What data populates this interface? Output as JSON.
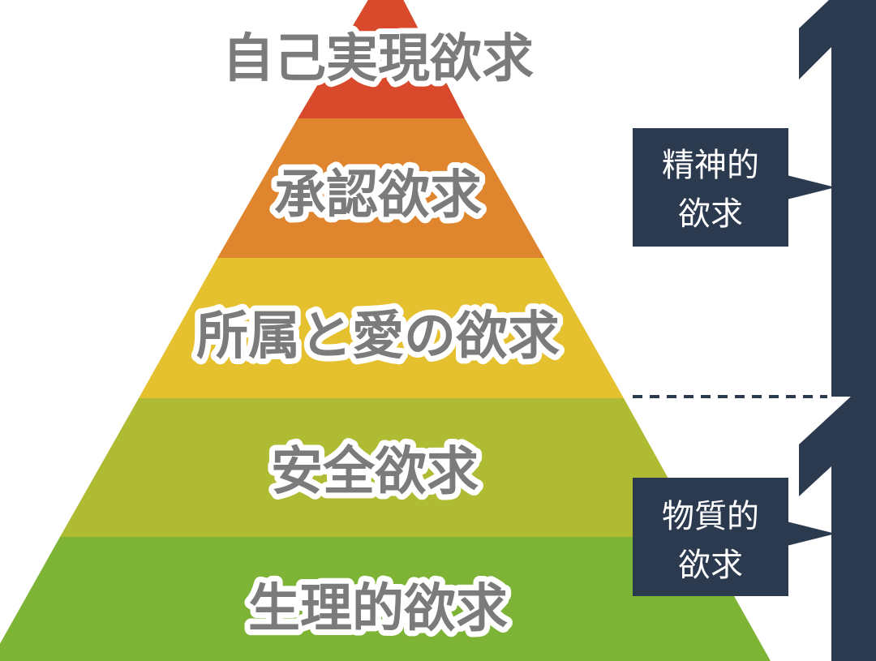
{
  "pyramid": {
    "levels": [
      {
        "label": "自己実現欲求",
        "color": "#d84a2b"
      },
      {
        "label": "承認欲求",
        "color": "#df852e"
      },
      {
        "label": "所属と愛の欲求",
        "color": "#e6c12f"
      },
      {
        "label": "安全欲求",
        "color": "#b0bb34"
      },
      {
        "label": "生理的欲求",
        "color": "#7eb436"
      }
    ]
  },
  "groups": {
    "spiritual": {
      "line1": "精神的",
      "line2": "欲求"
    },
    "material": {
      "line1": "物質的",
      "line2": "欲求"
    }
  },
  "colors": {
    "callout_bg": "#2b3a4f",
    "arrow": "#2b3a4f",
    "label_text": "#7b7b7b"
  }
}
